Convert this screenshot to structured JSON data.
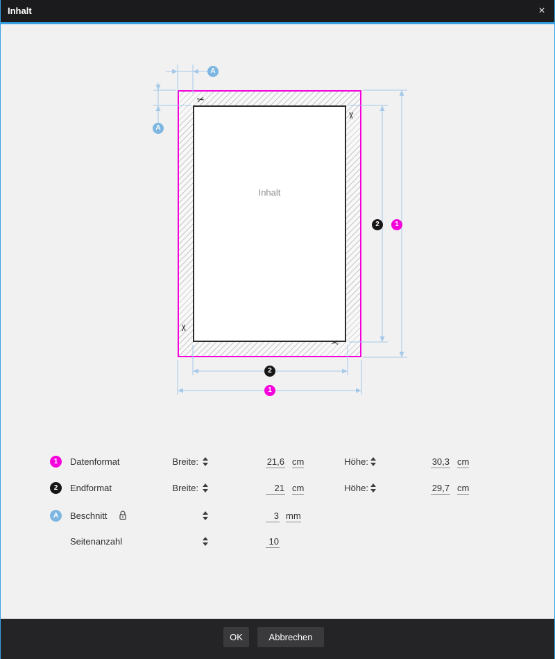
{
  "window": {
    "title": "Inhalt",
    "close": "×"
  },
  "icons": {
    "scissors": "✂"
  },
  "diagram": {
    "center_label": "Inhalt",
    "badges": {
      "bleed": "A",
      "endformat": "2",
      "datenformat": "1"
    }
  },
  "form": {
    "rows": [
      {
        "badge": "1",
        "label": "Datenformat",
        "width_label": "Breite:",
        "width_value": "21,6",
        "width_unit": "cm",
        "height_label": "Höhe:",
        "height_value": "30,3",
        "height_unit": "cm"
      },
      {
        "badge": "2",
        "label": "Endformat",
        "width_label": "Breite:",
        "width_value": "21",
        "width_unit": "cm",
        "height_label": "Höhe:",
        "height_value": "29,7",
        "height_unit": "cm"
      },
      {
        "badge": "A",
        "label": "Beschnitt",
        "value": "3",
        "unit": "mm"
      },
      {
        "label": "Seitenanzahl",
        "value": "10"
      }
    ]
  },
  "footer": {
    "ok": "OK",
    "cancel": "Abbrechen"
  },
  "colors": {
    "magenta": "#f500dc",
    "black_badge": "#161616",
    "blue_badge": "#7db6e0",
    "accent_line": "#38a0e4",
    "dimension": "#a5c9e8"
  }
}
